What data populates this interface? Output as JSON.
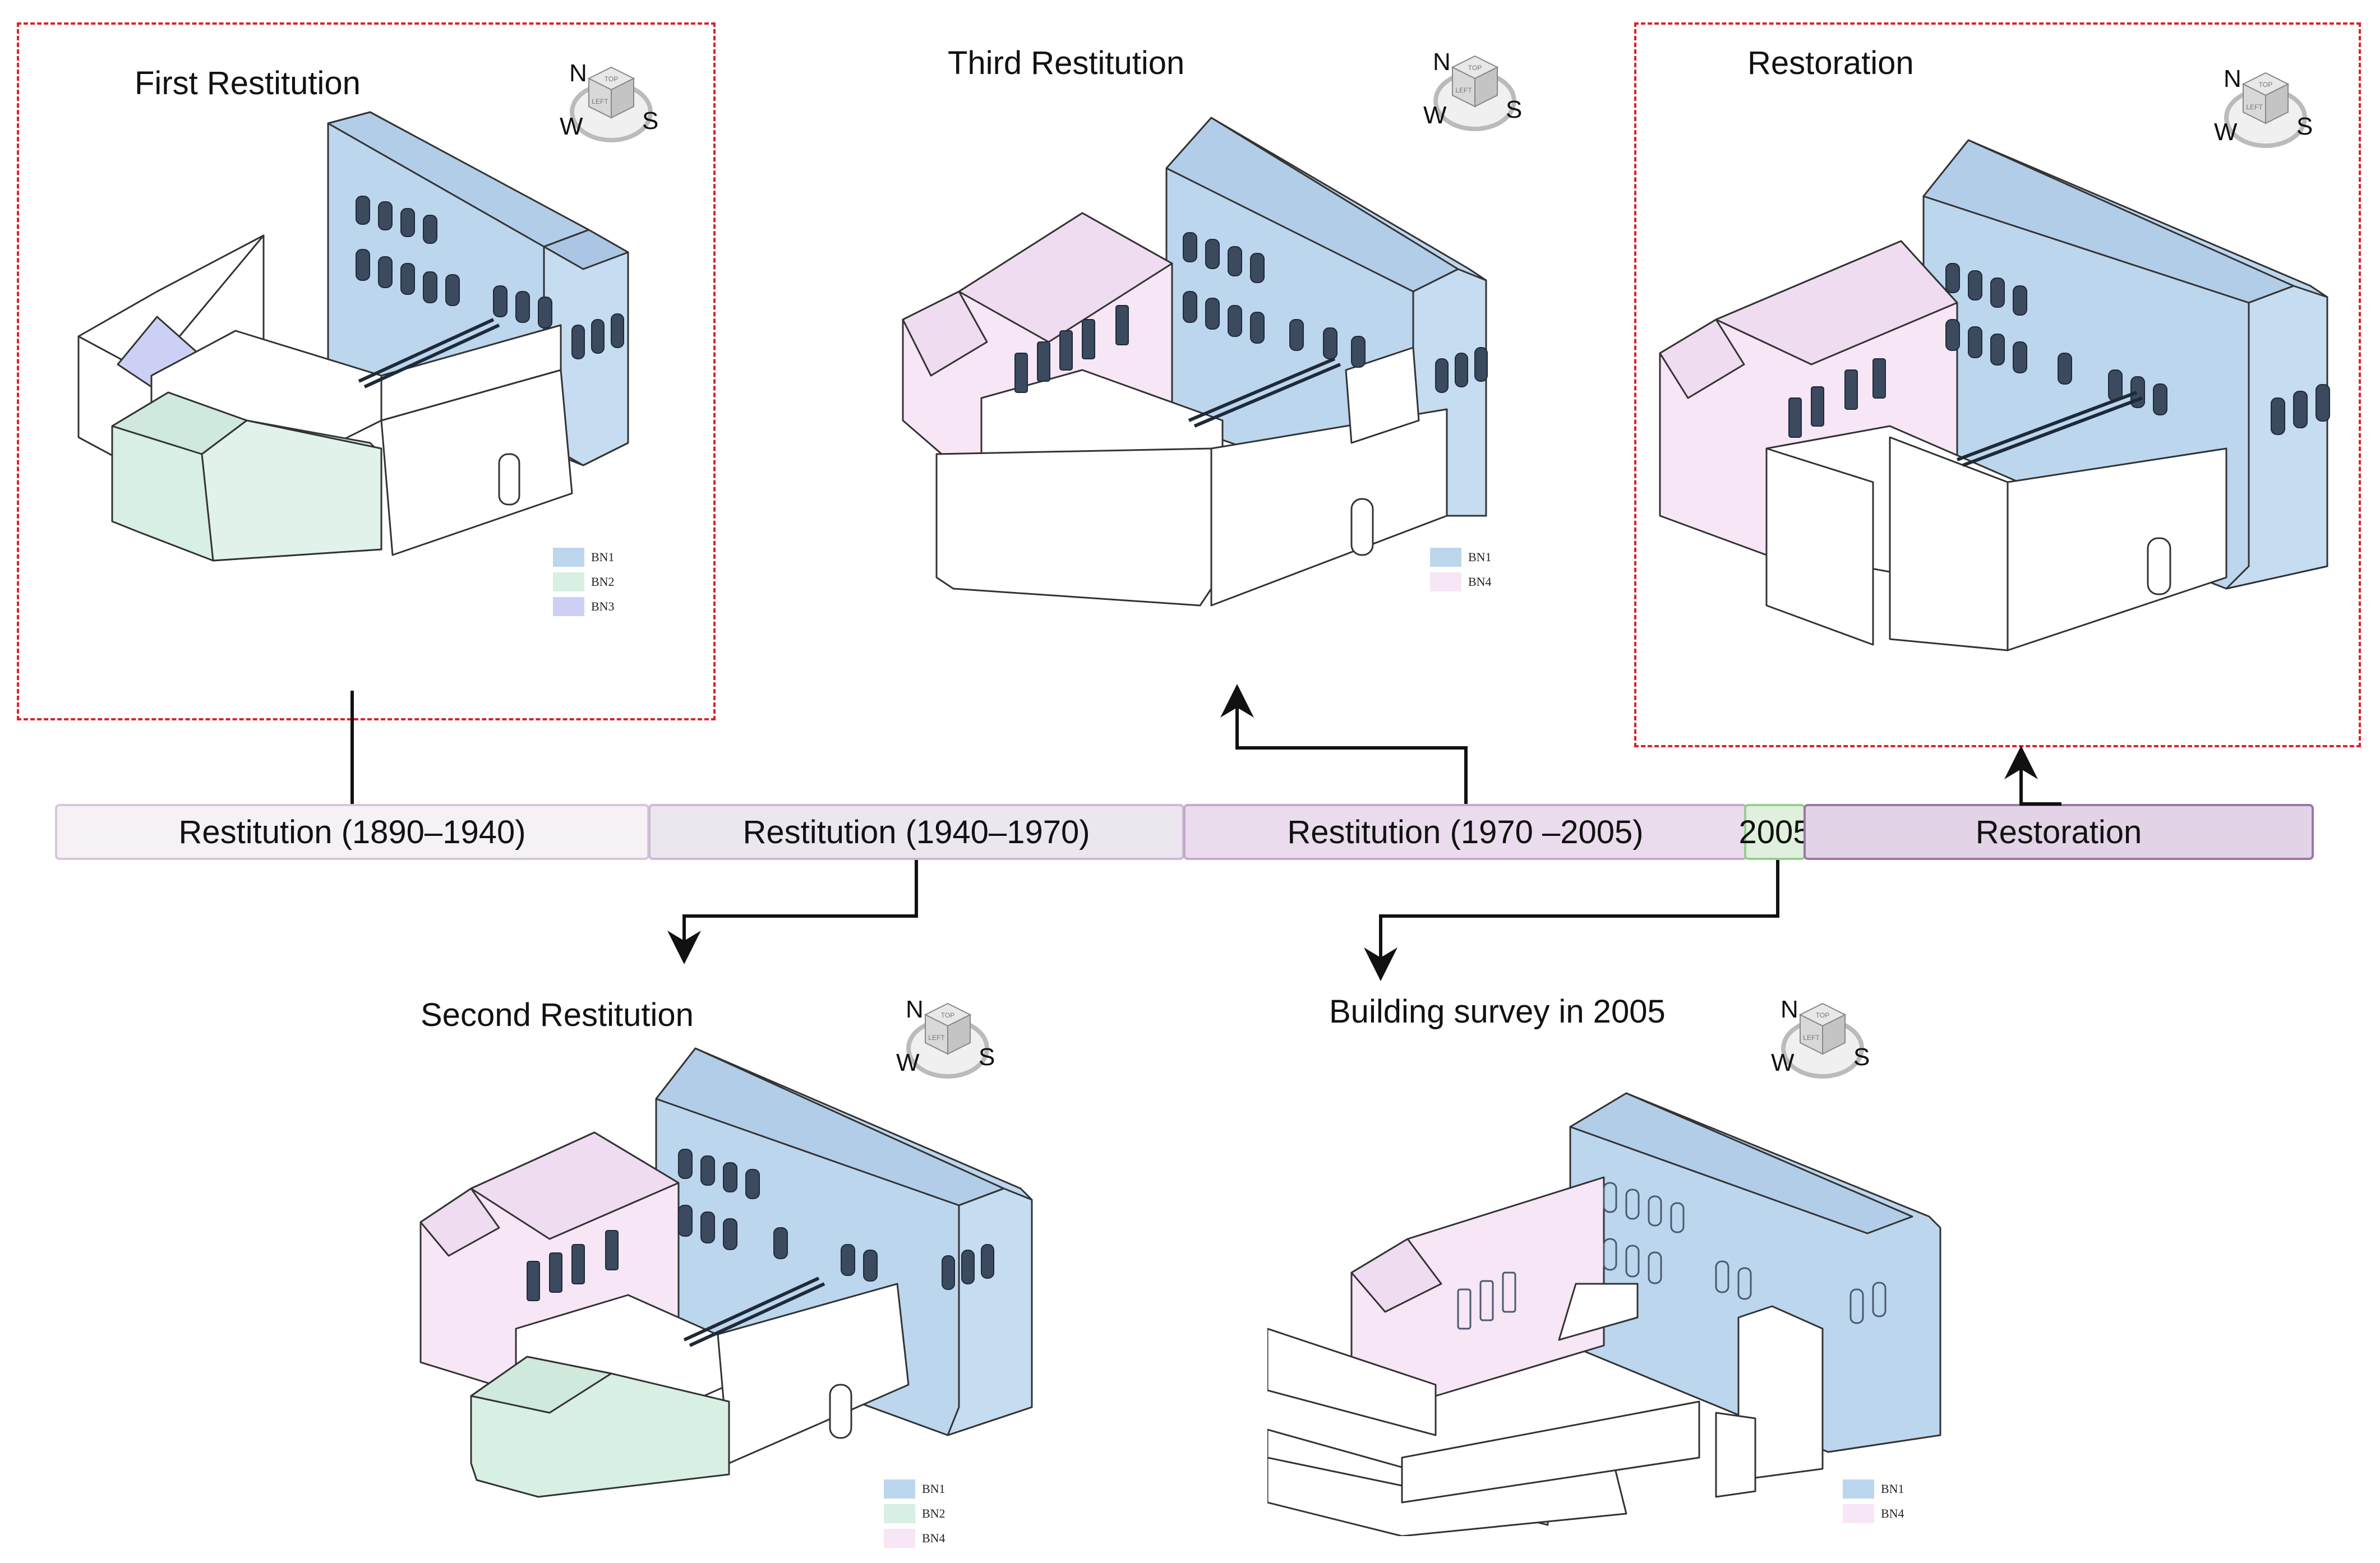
{
  "panels": [
    {
      "id": "first",
      "title": "First Restitution",
      "legend": [
        "BN1",
        "BN2",
        "BN3"
      ]
    },
    {
      "id": "third",
      "title": "Third Restitution",
      "legend": [
        "BN1",
        "BN4"
      ]
    },
    {
      "id": "restoration",
      "title": "Restoration"
    },
    {
      "id": "second",
      "title": "Second Restitution",
      "legend": [
        "BN1",
        "BN2",
        "BN4"
      ]
    },
    {
      "id": "survey",
      "title": "Building survey in 2005",
      "legend": [
        "BN1",
        "BN4"
      ]
    }
  ],
  "timeline": [
    {
      "label": "Restitution (1890–1940)",
      "color": "#f5f1f5"
    },
    {
      "label": "Restitution (1940–1970)",
      "color": "#ece6ee"
    },
    {
      "label": "Restitution (1970 –2005)",
      "color": "#eadcec"
    },
    {
      "label": "2005",
      "color": "#dff0dc"
    },
    {
      "label": "Restoration",
      "color": "#e2d3e6"
    }
  ],
  "compass": {
    "n": "N",
    "w": "W",
    "s": "S",
    "cube_top": "TOP",
    "cube_side": "LEFT"
  },
  "colors": {
    "BN1": "#bcd6ee",
    "BN2": "#d8efe4",
    "BN3": "#cdd0f4",
    "BN4": "#f6e6f6",
    "frame": "#d9232d"
  },
  "icons": [
    "navigation-cube-icon",
    "compass-ring-icon",
    "arrow-up-icon",
    "arrow-down-icon"
  ]
}
